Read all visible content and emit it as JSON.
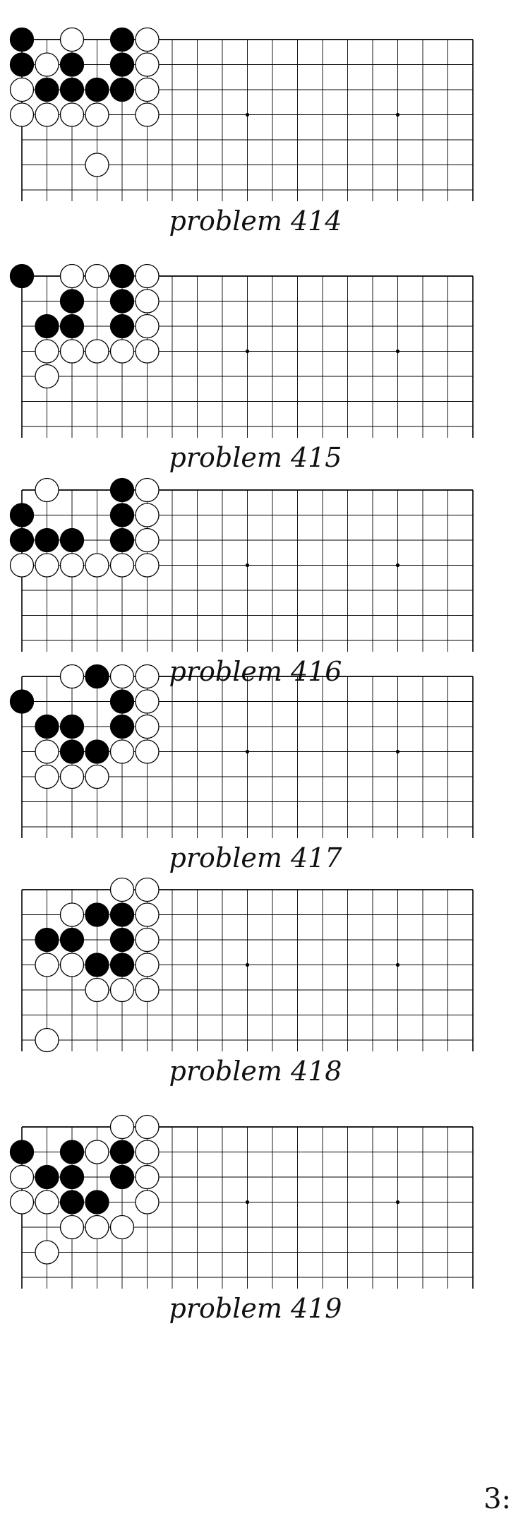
{
  "problems": [
    {
      "caption": "problem 414",
      "black": [
        [
          0,
          0
        ],
        [
          4,
          0
        ],
        [
          0,
          1
        ],
        [
          2,
          1
        ],
        [
          4,
          1
        ],
        [
          1,
          2
        ],
        [
          2,
          2
        ],
        [
          3,
          2
        ],
        [
          4,
          2
        ]
      ],
      "white": [
        [
          2,
          0
        ],
        [
          5,
          0
        ],
        [
          1,
          1
        ],
        [
          5,
          1
        ],
        [
          0,
          2
        ],
        [
          5,
          2
        ],
        [
          0,
          3
        ],
        [
          1,
          3
        ],
        [
          2,
          3
        ],
        [
          3,
          3
        ],
        [
          5,
          3
        ],
        [
          3,
          5
        ]
      ]
    },
    {
      "caption": "problem 415",
      "black": [
        [
          0,
          0
        ],
        [
          4,
          0
        ],
        [
          2,
          1
        ],
        [
          4,
          1
        ],
        [
          1,
          2
        ],
        [
          2,
          2
        ],
        [
          4,
          2
        ]
      ],
      "white": [
        [
          2,
          0
        ],
        [
          3,
          0
        ],
        [
          5,
          0
        ],
        [
          5,
          1
        ],
        [
          5,
          2
        ],
        [
          1,
          3
        ],
        [
          2,
          3
        ],
        [
          3,
          3
        ],
        [
          4,
          3
        ],
        [
          5,
          3
        ],
        [
          1,
          4
        ]
      ]
    },
    {
      "caption": "problem 416",
      "black": [
        [
          4,
          0
        ],
        [
          0,
          1
        ],
        [
          4,
          1
        ],
        [
          0,
          2
        ],
        [
          1,
          2
        ],
        [
          2,
          2
        ],
        [
          4,
          2
        ]
      ],
      "white": [
        [
          1,
          0
        ],
        [
          5,
          0
        ],
        [
          5,
          1
        ],
        [
          5,
          2
        ],
        [
          0,
          3
        ],
        [
          1,
          3
        ],
        [
          2,
          3
        ],
        [
          3,
          3
        ],
        [
          4,
          3
        ],
        [
          5,
          3
        ]
      ]
    },
    {
      "caption": "problem 417",
      "black": [
        [
          3,
          0
        ],
        [
          0,
          1
        ],
        [
          4,
          1
        ],
        [
          1,
          2
        ],
        [
          2,
          2
        ],
        [
          4,
          2
        ],
        [
          2,
          3
        ],
        [
          3,
          3
        ]
      ],
      "white": [
        [
          2,
          0
        ],
        [
          4,
          0
        ],
        [
          5,
          0
        ],
        [
          5,
          1
        ],
        [
          5,
          2
        ],
        [
          1,
          3
        ],
        [
          4,
          3
        ],
        [
          5,
          3
        ],
        [
          1,
          4
        ],
        [
          2,
          4
        ],
        [
          3,
          4
        ]
      ]
    },
    {
      "caption": "problem 418",
      "black": [
        [
          3,
          1
        ],
        [
          4,
          1
        ],
        [
          1,
          2
        ],
        [
          2,
          2
        ],
        [
          4,
          2
        ],
        [
          3,
          3
        ],
        [
          4,
          3
        ]
      ],
      "white": [
        [
          4,
          0
        ],
        [
          5,
          0
        ],
        [
          2,
          1
        ],
        [
          5,
          1
        ],
        [
          5,
          2
        ],
        [
          1,
          3
        ],
        [
          2,
          3
        ],
        [
          5,
          3
        ],
        [
          3,
          4
        ],
        [
          4,
          4
        ],
        [
          5,
          4
        ],
        [
          1,
          6
        ]
      ]
    },
    {
      "caption": "problem 419",
      "black": [
        [
          0,
          1
        ],
        [
          2,
          1
        ],
        [
          4,
          1
        ],
        [
          1,
          2
        ],
        [
          2,
          2
        ],
        [
          4,
          2
        ],
        [
          2,
          3
        ],
        [
          3,
          3
        ]
      ],
      "white": [
        [
          4,
          0
        ],
        [
          5,
          0
        ],
        [
          3,
          1
        ],
        [
          5,
          1
        ],
        [
          0,
          2
        ],
        [
          5,
          2
        ],
        [
          0,
          3
        ],
        [
          1,
          3
        ],
        [
          5,
          3
        ],
        [
          2,
          4
        ],
        [
          3,
          4
        ],
        [
          4,
          4
        ],
        [
          1,
          5
        ]
      ]
    }
  ],
  "page_number": "3:"
}
